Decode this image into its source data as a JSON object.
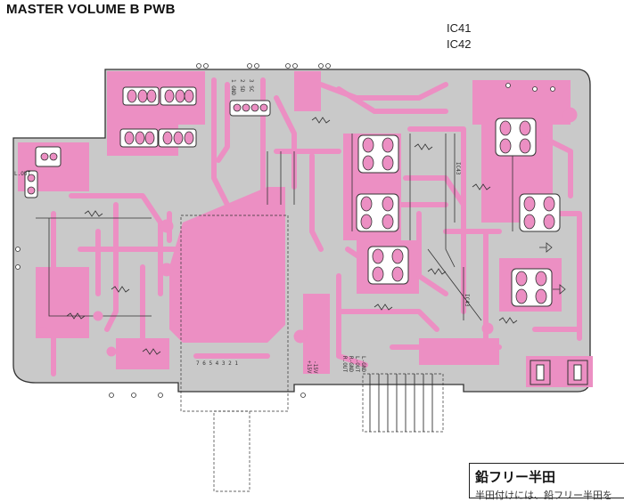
{
  "title": "MASTER VOLUME B PWB",
  "ic_labels": [
    "IC41",
    "IC42"
  ],
  "badge": {
    "title": "鉛フリー半田",
    "sub": "半田付けには、鉛フリー半田を"
  },
  "board_labels": {
    "ic43": "IC43",
    "connector_left": "L.OUT\nDS1",
    "connector_top": "1 GND\n2 SD\n3 SC",
    "pins_bottom": "7 6 5 4 3 2 1",
    "connector_right": "R.OUT\nR-GND\nL-OUT\nL-GND\nDS8\n+15V\n-15V"
  },
  "colors": {
    "board": "#c9c9c9",
    "trace": "#ec8fc3",
    "outline": "#333333",
    "background": "#ffffff"
  }
}
